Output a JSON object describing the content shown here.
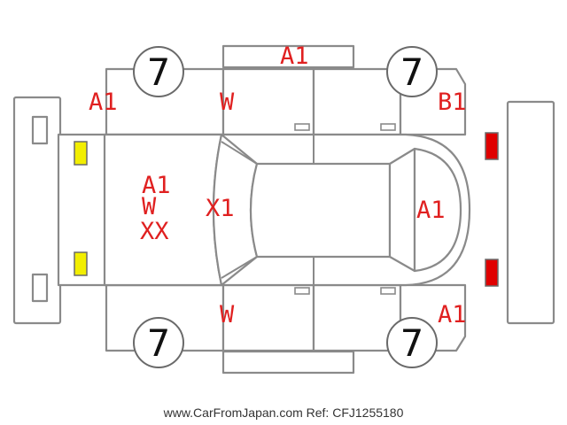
{
  "diagram": {
    "tires": {
      "front_left": "7",
      "front_right": "7",
      "rear_left": "7",
      "rear_right": "7"
    },
    "marks": {
      "roof_top": "A1",
      "front_left_fender": "A1",
      "front_left_door": "W",
      "rear_right_fender": "B1",
      "hood_line1": "A1",
      "hood_line2": "W",
      "hood_line3": "XX",
      "windshield": "X1",
      "trunk": "A1",
      "lower_left_door": "W",
      "lower_right_fender": "A1"
    },
    "colors": {
      "mark_text": "#e02020",
      "outline": "#8a8a8a",
      "headlamp": "#f2ee00",
      "taillamp": "#e00000"
    }
  },
  "footer": {
    "credit": "www.CarFromJapan.com Ref: CFJ1255180"
  }
}
